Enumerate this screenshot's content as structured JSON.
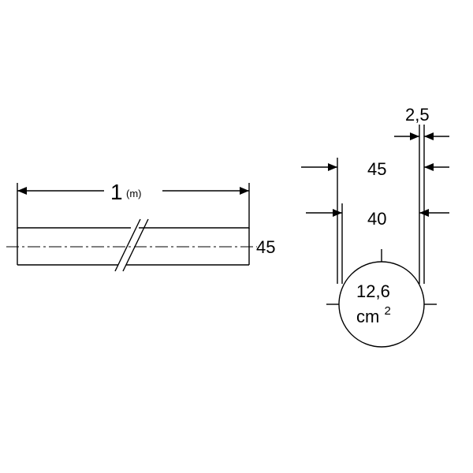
{
  "pipe": {
    "length_value": "1",
    "length_unit": "(m)",
    "outer_diameter": "45"
  },
  "section": {
    "wall_thickness": "2,5",
    "outer_diameter": "45",
    "inner_diameter": "40",
    "area_value": "12,6",
    "area_unit": "cm",
    "area_exponent": "2"
  },
  "colors": {
    "line": "#000000",
    "background": "#ffffff"
  }
}
